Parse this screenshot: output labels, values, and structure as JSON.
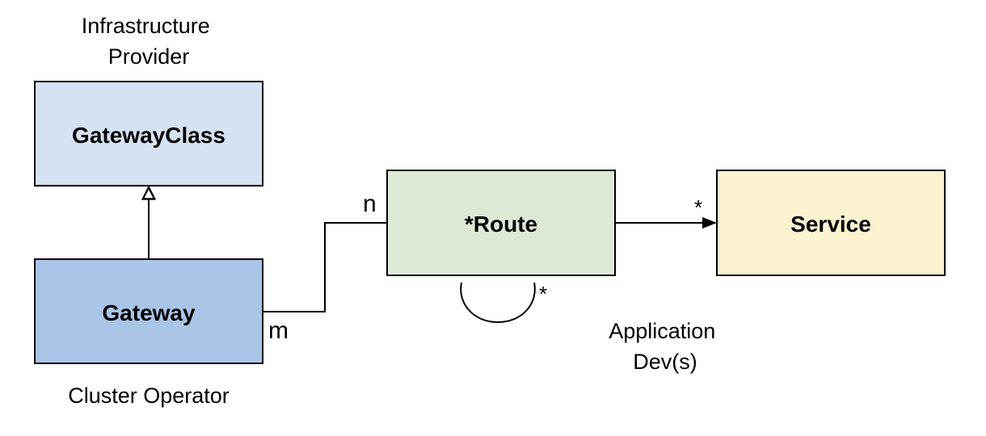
{
  "roles": {
    "infrastructure_provider": [
      "Infrastructure",
      "Provider"
    ],
    "cluster_operator": "Cluster Operator",
    "application_devs": [
      "Application",
      "Dev(s)"
    ]
  },
  "nodes": {
    "gatewayclass": {
      "label": "GatewayClass",
      "fill": "#d6e2f2"
    },
    "gateway": {
      "label": "Gateway",
      "fill": "#a9c4e6"
    },
    "route": {
      "label": "*Route",
      "fill": "#dde9d6"
    },
    "service": {
      "label": "Service",
      "fill": "#fbf2cf"
    }
  },
  "multiplicities": {
    "gateway_side": "m",
    "route_side": "n",
    "service_side": "*",
    "route_self": "*"
  }
}
